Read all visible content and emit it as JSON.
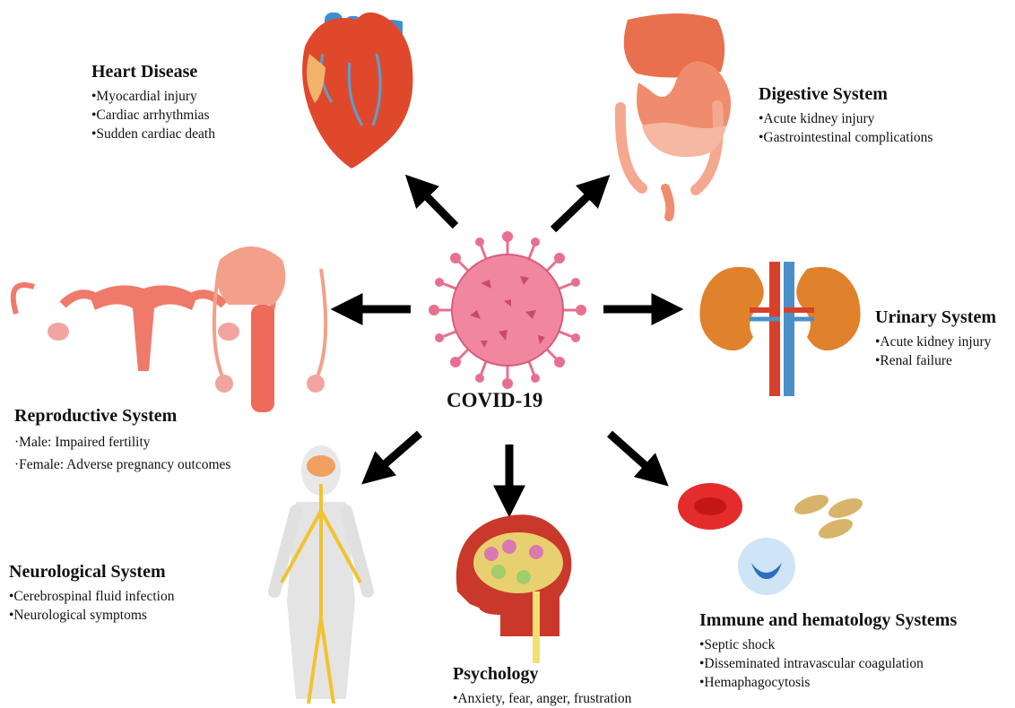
{
  "center": {
    "label": "COVID-19"
  },
  "systems": [
    {
      "key": "heart",
      "title": "Heart Disease",
      "items": [
        "•Myocardial injury",
        "•Cardiac arrhythmias",
        "•Sudden cardiac death"
      ]
    },
    {
      "key": "digestive",
      "title": "Digestive System",
      "items": [
        "•Acute kidney injury",
        "•Gastrointestinal complications"
      ]
    },
    {
      "key": "urinary",
      "title": "Urinary System",
      "items": [
        "•Acute kidney injury",
        "•Renal failure"
      ]
    },
    {
      "key": "reproductive",
      "title": "Reproductive System",
      "items": [
        "·Male: Impaired fertility",
        "·Female: Adverse pregnancy outcomes"
      ]
    },
    {
      "key": "neurological",
      "title": "Neurological System",
      "items": [
        "•Cerebrospinal fluid infection",
        "•Neurological symptoms"
      ]
    },
    {
      "key": "psychology",
      "title": "Psychology",
      "items": [
        "•Anxiety, fear, anger, frustration"
      ]
    },
    {
      "key": "immune",
      "title": "Immune and hematology Systems",
      "items": [
        "•Septic shock",
        "•Disseminated intravascular coagulation",
        "•Hemaphagocytosis"
      ]
    }
  ],
  "colors": {
    "arrow": "#000000",
    "virus": "#e8708f",
    "heart": "#e0482c",
    "digestive": "#f19b85",
    "kidney": "#e0812c",
    "artery": "#d9402c",
    "vein": "#4a90c8",
    "reproductive": "#ef7a6a",
    "nerve": "#f2c230",
    "psychology": "#c9382a",
    "red_cell": "#e52c2c",
    "platelet": "#d8b46a",
    "white_cell": "#3f7fc7"
  }
}
